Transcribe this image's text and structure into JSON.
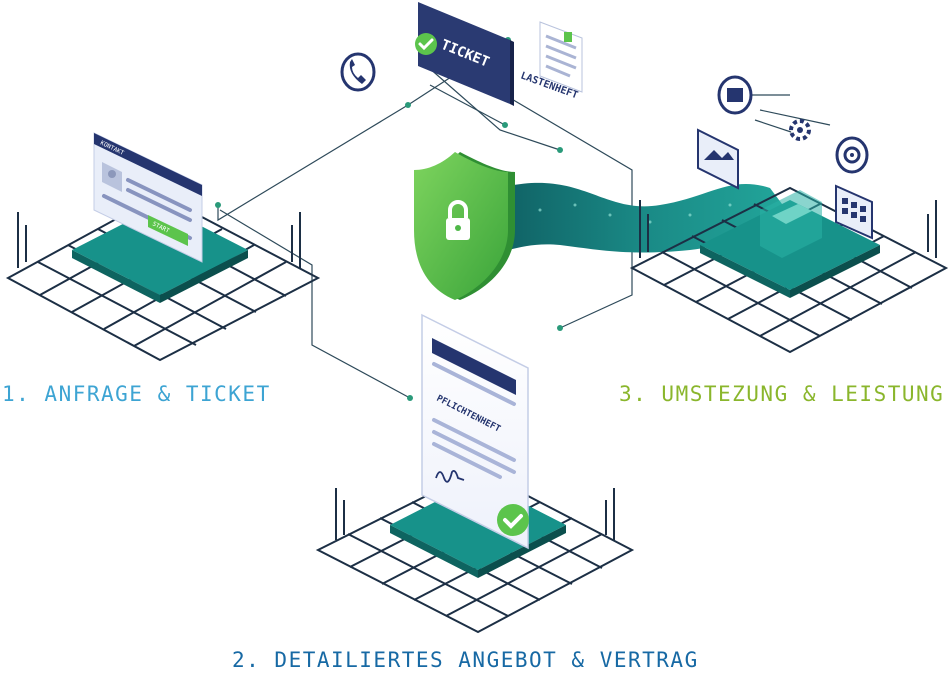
{
  "steps": {
    "one": "1. ANFRAGE & TICKET",
    "two": "2. DETAILIERTES ANGEBOT & VERTRAG",
    "three": "3. UMSTEZUNG & LEISTUNG"
  },
  "labels": {
    "ticket": "TICKET",
    "lastenheft": "LASTENHEFT",
    "pflichtenheft": "PFLICHTENHEFT",
    "kontakt": "KONTAKT",
    "start": "START"
  },
  "colors": {
    "step_one": "#3da4d3",
    "step_two": "#1769a4",
    "step_three": "#8ab62c",
    "teal": "#17928a",
    "navy": "#1f2f66",
    "green": "#4fb848"
  },
  "icons": [
    "phone-icon",
    "check-icon",
    "lock-shield-icon",
    "image-icon",
    "gear-icon",
    "target-icon",
    "calculator-icon",
    "signature-icon"
  ]
}
